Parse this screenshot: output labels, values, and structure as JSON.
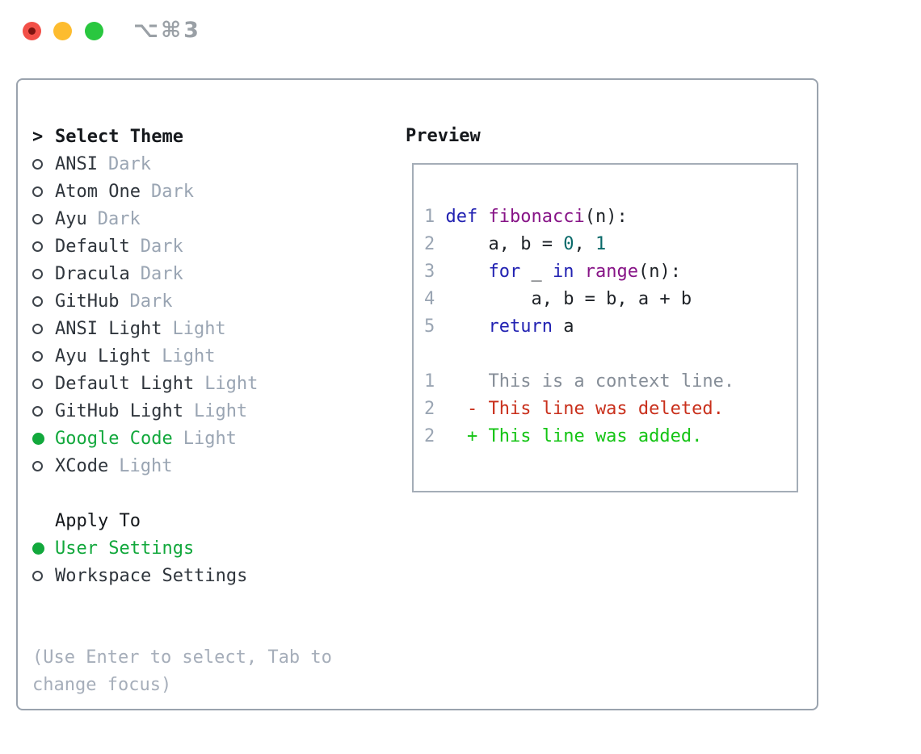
{
  "window": {
    "title": "⌥⌘3"
  },
  "theme_panel": {
    "header": {
      "prompt": ">",
      "label": "Select Theme"
    },
    "themes": [
      {
        "name": "ANSI",
        "variant": "Dark",
        "selected": false
      },
      {
        "name": "Atom One",
        "variant": "Dark",
        "selected": false
      },
      {
        "name": "Ayu",
        "variant": "Dark",
        "selected": false
      },
      {
        "name": "Default",
        "variant": "Dark",
        "selected": false
      },
      {
        "name": "Dracula",
        "variant": "Dark",
        "selected": false
      },
      {
        "name": "GitHub",
        "variant": "Dark",
        "selected": false
      },
      {
        "name": "ANSI Light",
        "variant": "Light",
        "selected": false
      },
      {
        "name": "Ayu Light",
        "variant": "Light",
        "selected": false
      },
      {
        "name": "Default Light",
        "variant": "Light",
        "selected": false
      },
      {
        "name": "GitHub Light",
        "variant": "Light",
        "selected": false
      },
      {
        "name": "Google Code",
        "variant": "Light",
        "selected": true
      },
      {
        "name": "XCode",
        "variant": "Light",
        "selected": false
      }
    ],
    "apply_to": {
      "label": "Apply To",
      "options": [
        {
          "label": "User Settings",
          "selected": true
        },
        {
          "label": "Workspace Settings",
          "selected": false
        }
      ]
    },
    "help": [
      "(Use Enter to select, Tab to",
      "change focus)"
    ]
  },
  "preview": {
    "label": "Preview",
    "code_lines": [
      {
        "tokens": [
          {
            "text": "1 ",
            "style": "ln"
          },
          {
            "text": "def ",
            "style": "kw"
          },
          {
            "text": "fibonacci",
            "style": "fn"
          },
          {
            "text": "(n):",
            "style": "pl"
          }
        ]
      },
      {
        "tokens": [
          {
            "text": "2 ",
            "style": "ln"
          },
          {
            "text": "    a, b = ",
            "style": "pl"
          },
          {
            "text": "0",
            "style": "lit"
          },
          {
            "text": ", ",
            "style": "pl"
          },
          {
            "text": "1",
            "style": "lit"
          }
        ]
      },
      {
        "tokens": [
          {
            "text": "3 ",
            "style": "ln"
          },
          {
            "text": "    ",
            "style": "pl"
          },
          {
            "text": "for",
            "style": "kw"
          },
          {
            "text": " _ ",
            "style": "pl"
          },
          {
            "text": "in",
            "style": "kw"
          },
          {
            "text": " ",
            "style": "pl"
          },
          {
            "text": "range",
            "style": "fn"
          },
          {
            "text": "(n):",
            "style": "pl"
          }
        ]
      },
      {
        "tokens": [
          {
            "text": "4 ",
            "style": "ln"
          },
          {
            "text": "        a, b = b, a + b",
            "style": "pl"
          }
        ]
      },
      {
        "tokens": [
          {
            "text": "5 ",
            "style": "ln"
          },
          {
            "text": "    ",
            "style": "pl"
          },
          {
            "text": "return",
            "style": "kw"
          },
          {
            "text": " a",
            "style": "pl"
          }
        ]
      },
      {
        "tokens": []
      },
      {
        "tokens": [
          {
            "text": "1",
            "style": "ln"
          },
          {
            "text": "     This is a context line.",
            "style": "ctx"
          }
        ]
      },
      {
        "tokens": [
          {
            "text": "2",
            "style": "ln"
          },
          {
            "text": "   ",
            "style": "pl"
          },
          {
            "text": "- This line was deleted.",
            "style": "del"
          }
        ]
      },
      {
        "tokens": [
          {
            "text": "2",
            "style": "ln"
          },
          {
            "text": "   ",
            "style": "pl"
          },
          {
            "text": "+ This line was added.",
            "style": "add"
          }
        ]
      }
    ]
  },
  "colors": {
    "accent_green": "#12a83c",
    "name_dark": "#2f353c",
    "variant_gray": "#9aa5b3",
    "header_black": "#15181c",
    "help_gray": "#a6aeba",
    "panel_border": "#9aa3ae",
    "preview_border": "#a4adb7",
    "radio_outline": "#3d434a",
    "lineno": "#9aa5b3",
    "keyword": "#2222b2",
    "function": "#871487",
    "literal": "#096969",
    "plain": "#1e2227",
    "context": "#868e98",
    "deleted": "#c9301c",
    "added": "#14c414",
    "traffic_red": "#f25048",
    "traffic_red_dot": "#7d1410",
    "traffic_yellow": "#fdbc2f",
    "traffic_green": "#29c73f",
    "title_gray": "#9aa0a6"
  }
}
